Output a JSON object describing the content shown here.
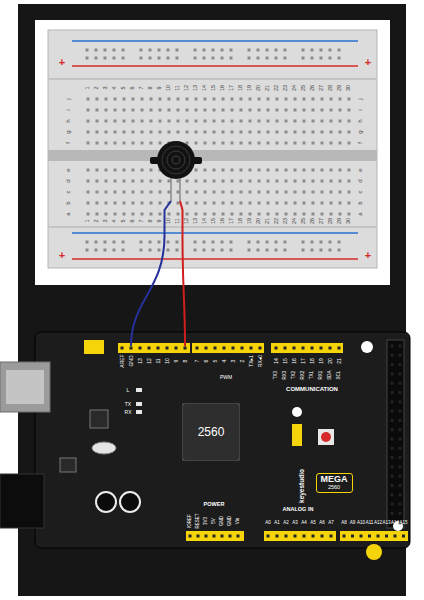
{
  "diagram": {
    "nodes": [
      {
        "text": [
          "2560"
        ]
      },
      {
        "text": [
          "MEGA",
          "2560"
        ]
      }
    ],
    "labels": [
      "+",
      "+",
      "+",
      "+",
      "1",
      "2",
      "3",
      "4",
      "5",
      "6",
      "7",
      "8",
      "9",
      "10",
      "11",
      "12",
      "13",
      "14",
      "15",
      "16",
      "17",
      "18",
      "19",
      "20",
      "21",
      "22",
      "23",
      "24",
      "25",
      "26",
      "27",
      "28",
      "29",
      "30",
      "j",
      "i",
      "h",
      "g",
      "f",
      "e",
      "d",
      "c",
      "b",
      "a",
      "j",
      "i",
      "h",
      "g",
      "f",
      "e",
      "d",
      "c",
      "b",
      "a",
      "1",
      "2",
      "3",
      "4",
      "5",
      "6",
      "7",
      "8",
      "9",
      "10",
      "11",
      "12",
      "13",
      "14",
      "15",
      "16",
      "17",
      "18",
      "19",
      "20",
      "21",
      "22",
      "23",
      "24",
      "25",
      "26",
      "27",
      "28",
      "29",
      "30",
      "AREF",
      "GND",
      "13",
      "12",
      "11",
      "10",
      "9",
      "8",
      "7",
      "6",
      "5",
      "4",
      "3",
      "2",
      "TX▸1",
      "RX◂0",
      "14",
      "15",
      "16",
      "17",
      "18",
      "19",
      "20",
      "21",
      "TX3",
      "RX3",
      "TX2",
      "RX2",
      "TX1",
      "RX1",
      "SDA",
      "SCL",
      "PWM",
      "COMMUNICATION",
      "L",
      "TX",
      "RX",
      "keyestudio",
      "POWER",
      "IOREF",
      "RESET",
      "3V3",
      "5V",
      "GND",
      "GND",
      "Vin",
      "ANALOG IN",
      "A0",
      "A1",
      "A2",
      "A3",
      "A4",
      "A5",
      "A6",
      "A7",
      "A8",
      "A9",
      "A10",
      "A11",
      "A12",
      "A13",
      "A14",
      "A15"
    ]
  }
}
